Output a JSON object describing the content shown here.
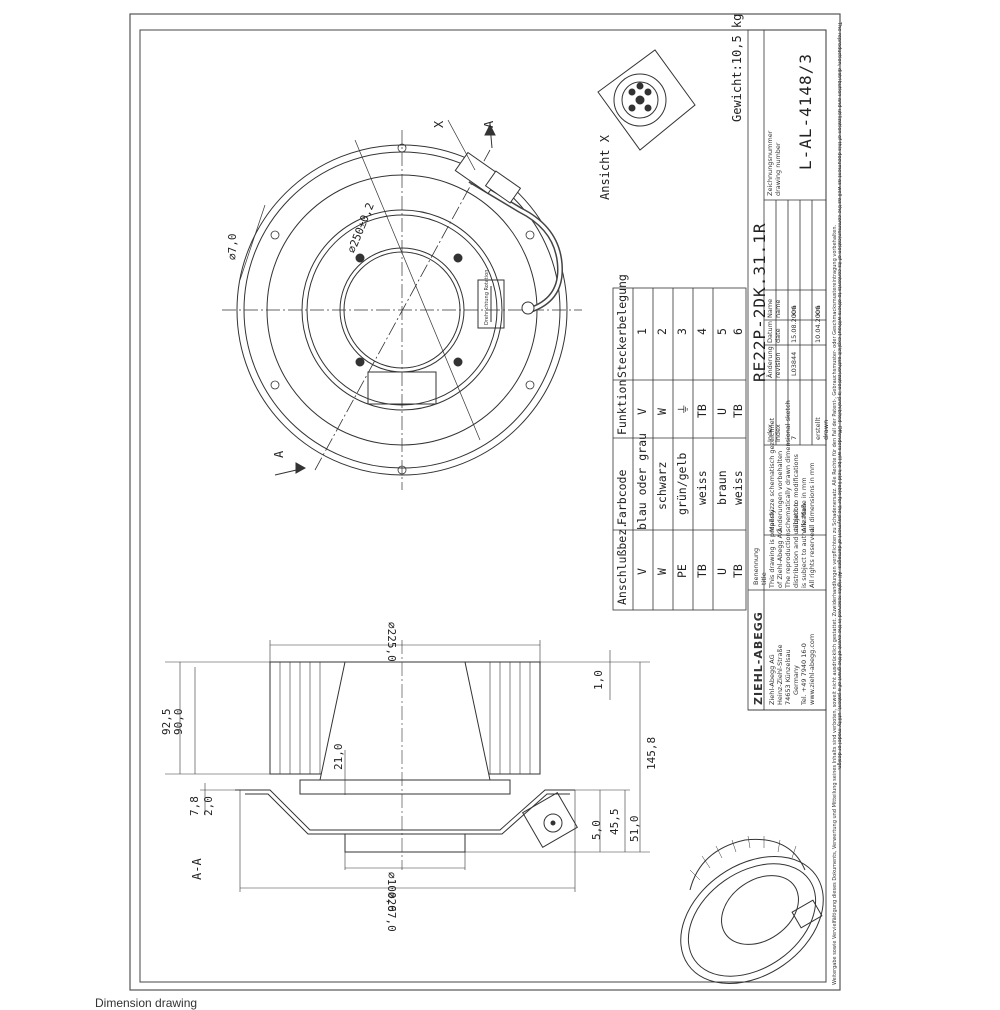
{
  "copyright_notice": "The reproduction, distribution and utilization of this document as well as the communication of its contents to others without explicit authorization is prohibited. Offenders will be held liable for the payment of damages. All rights reserved in the event of the grant of a patent, utility model or design.",
  "copyright_notice_de": "Weitergabe sowie Vervielfältigung dieses Dokuments, Verwertung und Mitteilung seines Inhalts sind verboten, soweit nicht ausdrücklich gestattet. Zuwiderhandlungen verpflichten zu Schadenersatz. Alle Rechte für den Fall der Patent-, Gebrauchsmuster- oder Geschmacksmustereintragung vorbehalten.",
  "weight": "Gewicht:10,5 kg",
  "view_label": "Ansicht X",
  "section_label": "A-A",
  "section_marks": [
    "A",
    "A",
    "X"
  ],
  "top_view_dims": [
    "∅7,0",
    "∅250±0,2"
  ],
  "side_view_dims": {
    "d225": "∅225,0",
    "d100": "∅100,0",
    "d267": "∅267,0",
    "h92_5": "92,5",
    "h90": "90,0",
    "h7_8": "7,8",
    "h2": "2,0",
    "h21": "21,0",
    "h145_8": "145,8",
    "h1": "1,0",
    "h45_5": "45,5",
    "h51": "51,0",
    "h5": "5,0"
  },
  "table": {
    "title": "Steckerbelegung",
    "headers": [
      "Anschlußbez.",
      "Farbcode",
      "Funktion",
      ""
    ],
    "rows": [
      [
        "V",
        "blau oder grau",
        "V",
        "1"
      ],
      [
        "W",
        "schwarz",
        "W",
        "2"
      ],
      [
        "PE",
        "grün/gelb",
        "⏚",
        "3"
      ],
      [
        "TB",
        "weiss",
        "TB",
        "4"
      ],
      [
        "U",
        "braun",
        "U",
        "5"
      ],
      [
        "TB",
        "weiss",
        "TB",
        "6"
      ]
    ]
  },
  "title_block": {
    "benennung": "Benennung\ntitle",
    "title": "RE22P-2DK.31.1R",
    "drawing_number_label": "Zeichnungsnummer\ndrawing number",
    "drawing_number": "L-AL-4148/3",
    "company_logo": "ZIEHL-ABEGG",
    "company_lines": [
      "Ziehl-Abegg AG",
      "Heinz-Ziehl-Straße",
      "74653 Künzelsau",
      "Germany",
      "Tel. +49 7940 16-0",
      "www.ziehl-abegg.com"
    ],
    "property_lines": [
      "This drawing is property",
      "of Ziehl-Abegg AG.",
      "The reproduction,",
      "distribution and utilization",
      "is subject to authorization.",
      "All rights reserved."
    ],
    "notes_lines": [
      "Maßskizze schematisch gezeichnet",
      "Änderungen vorbehalten",
      "schematically drawn dimensional sketch",
      "subject to modifications",
      "Alle Maße in mm",
      "all dimensions in mm"
    ],
    "rev_headers": [
      "Index\nindex",
      "Änderung\nrevision",
      "Datum\ndate",
      "Name\nname"
    ],
    "rev_row": [
      "7",
      "L03844",
      "15.08.2006",
      "Kra"
    ],
    "created_label": "erstellt\ndrawn",
    "created_date": "10.04.2006",
    "created_name": "Kra"
  },
  "sticker_text": "Drehrichtung Rotation",
  "caption": "Dimension drawing"
}
